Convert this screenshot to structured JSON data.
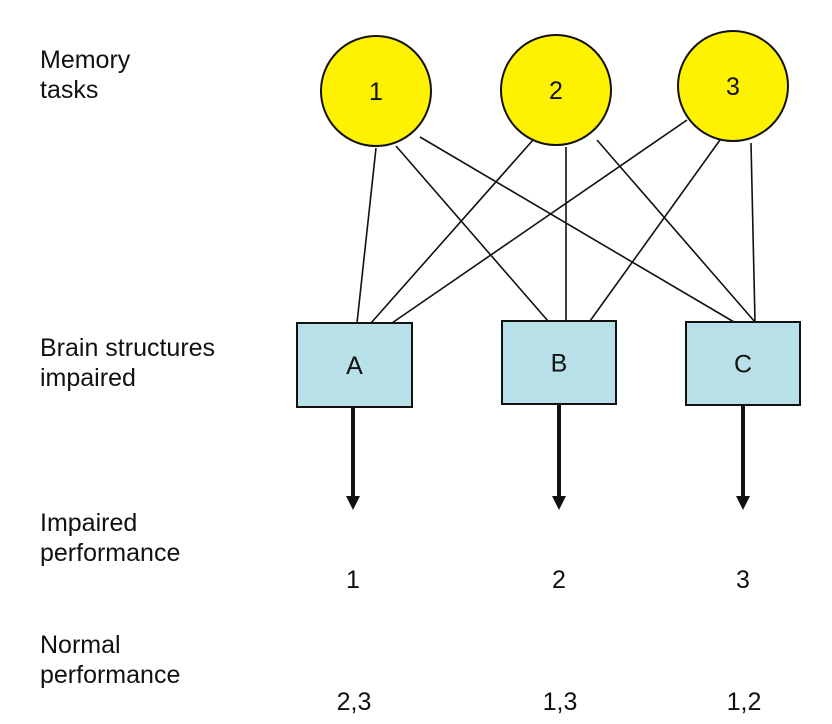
{
  "diagram": {
    "row_labels": {
      "memory_tasks": [
        "Memory",
        "tasks"
      ],
      "brain_structures": [
        "Brain structures",
        "impaired"
      ],
      "impaired_performance": [
        "Impaired",
        "performance"
      ],
      "normal_performance": [
        "Normal",
        "performance"
      ]
    },
    "tasks": [
      {
        "id": "1",
        "label": "1"
      },
      {
        "id": "2",
        "label": "2"
      },
      {
        "id": "3",
        "label": "3"
      }
    ],
    "structures": [
      {
        "id": "A",
        "label": "A",
        "impaired": "1",
        "normal": "2,3"
      },
      {
        "id": "B",
        "label": "B",
        "impaired": "2",
        "normal": "1,3"
      },
      {
        "id": "C",
        "label": "C",
        "impaired": "3",
        "normal": "1,2"
      }
    ],
    "edges": [
      [
        "1",
        "A"
      ],
      [
        "1",
        "B"
      ],
      [
        "1",
        "C"
      ],
      [
        "2",
        "A"
      ],
      [
        "2",
        "B"
      ],
      [
        "2",
        "C"
      ],
      [
        "3",
        "A"
      ],
      [
        "3",
        "B"
      ],
      [
        "3",
        "C"
      ]
    ],
    "colors": {
      "task_fill": "#FFF200",
      "structure_fill": "#B8E0E8",
      "stroke": "#111111"
    }
  }
}
